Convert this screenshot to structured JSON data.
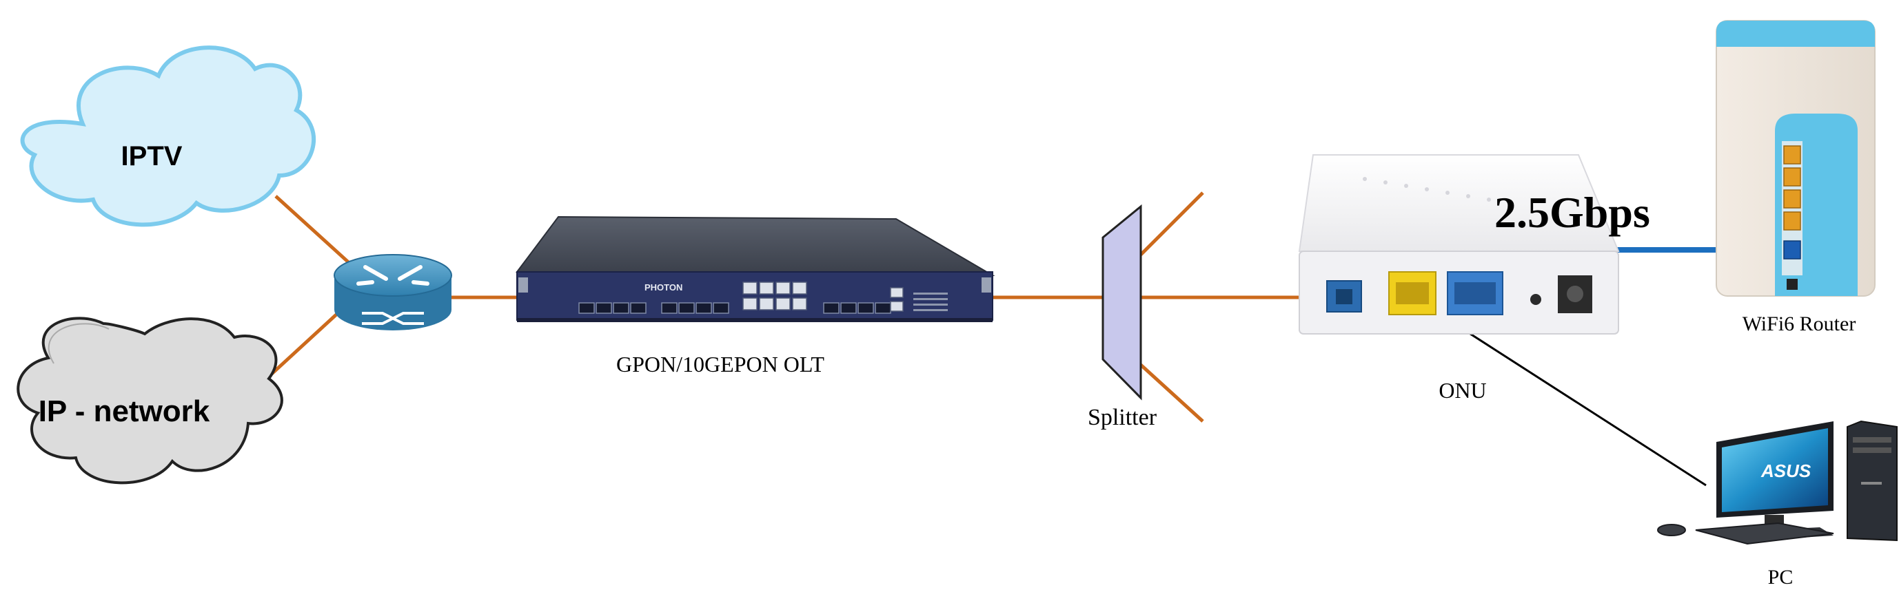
{
  "nodes": {
    "iptv": {
      "label": "IPTV"
    },
    "ip_network": {
      "label": "IP - network"
    },
    "olt": {
      "label": "GPON/10GEPON OLT",
      "brand": "PHOTON"
    },
    "splitter": {
      "label": "Splitter"
    },
    "onu": {
      "label": "ONU"
    },
    "router": {
      "label": "WiFi6 Router"
    },
    "pc": {
      "label": "PC",
      "brand": "ASUS"
    }
  },
  "link_speed": "2.5Gbps",
  "colors": {
    "fiber": "#cc6a1c",
    "ethernet": "#1c6fbf",
    "iptv_cloud_fill": "#d7f0fb",
    "iptv_cloud_stroke": "#7ccbed",
    "ip_cloud_fill": "#dcdcdc",
    "router_blue": "#3b8fbd",
    "olt_body": "#3a3f4b",
    "olt_face": "#2b3566"
  },
  "icons": [
    "router-icon",
    "olt-icon",
    "splitter-icon",
    "onu-icon",
    "wifi-router-icon",
    "pc-icon"
  ]
}
